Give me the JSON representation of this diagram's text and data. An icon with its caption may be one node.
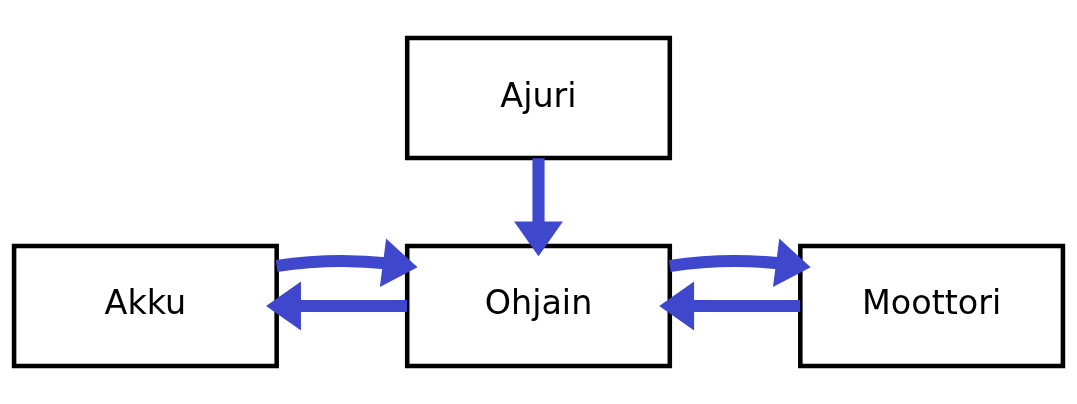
{
  "diagram": {
    "nodes": [
      {
        "text": [
          "Ajuri"
        ]
      },
      {
        "text": [
          "Akku"
        ]
      },
      {
        "text": [
          "Ohjain"
        ]
      },
      {
        "text": [
          "Moottori"
        ]
      }
    ],
    "edges": [
      {
        "from": 0,
        "to": 2,
        "arrow": "to"
      },
      {
        "from": 2,
        "to": 1,
        "arrow": "to"
      },
      {
        "from": 1,
        "to": 2,
        "arrow": "to"
      },
      {
        "from": 3,
        "to": 2,
        "arrow": "to"
      },
      {
        "from": 2,
        "to": 3,
        "arrow": "to"
      }
    ]
  }
}
